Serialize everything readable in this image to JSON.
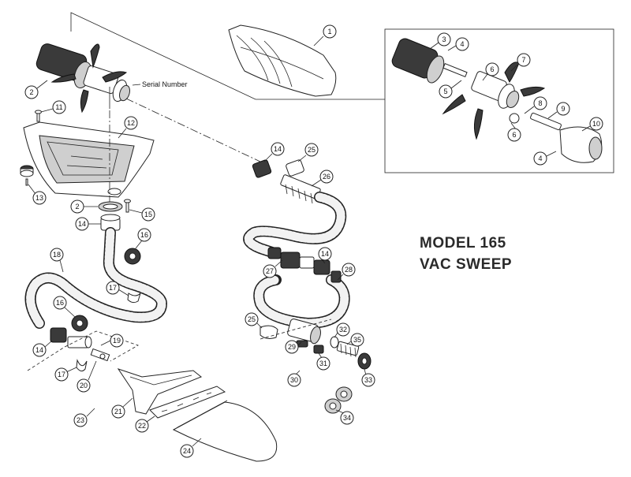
{
  "model": {
    "line1": "MODEL 165",
    "line2": "VAC SWEEP"
  },
  "serial_label": "Serial Number",
  "callouts": [
    "1",
    "2",
    "3",
    "4",
    "5",
    "6",
    "7",
    "8",
    "9",
    "10",
    "11",
    "12",
    "13",
    "14",
    "15",
    "16",
    "17",
    "18",
    "19",
    "20",
    "21",
    "22",
    "23",
    "24",
    "25",
    "26",
    "27",
    "28",
    "29",
    "30",
    "31",
    "32",
    "33",
    "34",
    "35"
  ]
}
